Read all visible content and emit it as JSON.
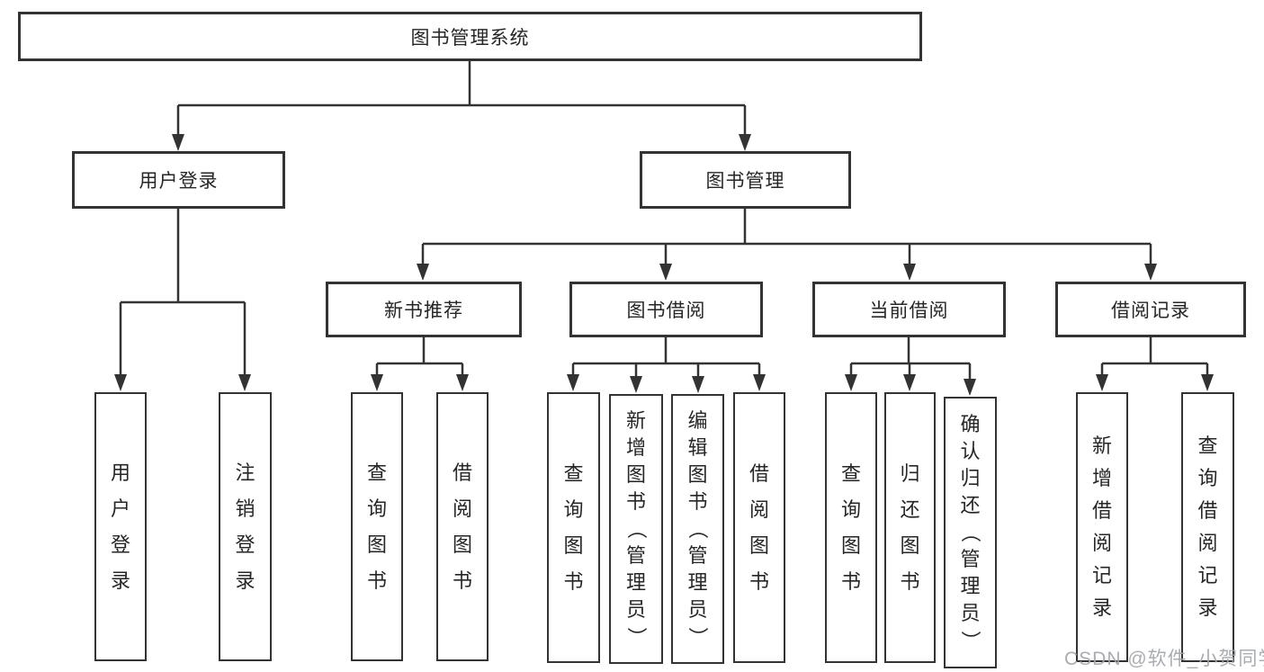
{
  "diagram": {
    "title_node": {
      "label": "图书管理系统"
    },
    "level2": [
      {
        "label": "用户登录"
      },
      {
        "label": "图书管理"
      }
    ],
    "level3": [
      {
        "label": "新书推荐"
      },
      {
        "label": "图书借阅"
      },
      {
        "label": "当前借阅"
      },
      {
        "label": "借阅记录"
      }
    ],
    "leaves": [
      {
        "label": "用户登录",
        "parent": "用户登录"
      },
      {
        "label": "注销登录",
        "parent": "用户登录"
      },
      {
        "label": "查询图书",
        "parent": "新书推荐"
      },
      {
        "label": "借阅图书",
        "parent": "新书推荐"
      },
      {
        "label": "查询图书",
        "parent": "图书借阅"
      },
      {
        "label": "新增图书（管理员）",
        "parent": "图书借阅"
      },
      {
        "label": "编辑图书（管理员）",
        "parent": "图书借阅"
      },
      {
        "label": "借阅图书",
        "parent": "图书借阅"
      },
      {
        "label": "查询图书",
        "parent": "当前借阅"
      },
      {
        "label": "归还图书",
        "parent": "当前借阅"
      },
      {
        "label": "确认归还（管理员）",
        "parent": "当前借阅"
      },
      {
        "label": "新增借阅记录",
        "parent": "借阅记录"
      },
      {
        "label": "查询借阅记录",
        "parent": "借阅记录"
      }
    ],
    "colors": {
      "line": "#333333",
      "border": "#333333",
      "text": "#262626",
      "background": "#ffffff",
      "watermark": "#a2a6ad"
    }
  },
  "watermark": {
    "text": "CSDN @软件_小贺同学"
  }
}
